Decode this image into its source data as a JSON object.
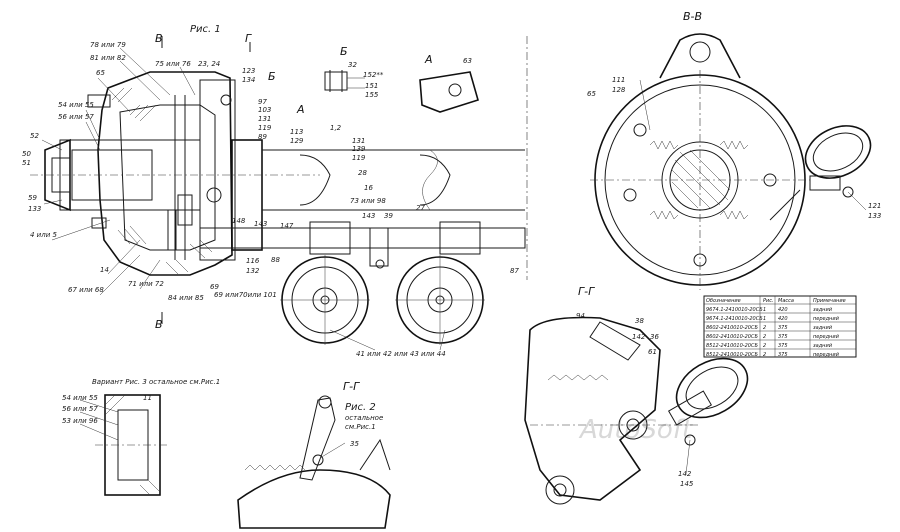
{
  "figures": {
    "fig1": "Рис. 1",
    "fig2": "Рис. 2",
    "fig2_note_1": "остальное",
    "fig2_note_2": "см.Рис.1",
    "variant": "Вариант Рис. 3 остальное см.Рис.1"
  },
  "sections": {
    "bb": "В-В",
    "gg_right": "Г-Г",
    "gg_bottom": "Г-Г",
    "v_top": "В",
    "v_bottom": "В",
    "g_top": "Г",
    "b": "Б",
    "b_detail": "Б",
    "a_arrow": "А",
    "a_detail": "А"
  },
  "labels": {
    "l78": "78 или 79",
    "l81": "81 или 82",
    "l75": "75 или 76",
    "l23": "23, 24",
    "l65": "65",
    "l123": "123",
    "l134": "134",
    "l54": "54 или 55",
    "l56": "56 или 57",
    "l52": "52",
    "l50": "50",
    "l51": "51",
    "l59": "59",
    "l133": "133",
    "l4": "4 или 5",
    "l14": "14",
    "l67": "67 или 68",
    "l71": "71 или 72",
    "l84": "84 или 85",
    "l69": "69",
    "l69b": "69 или70или 101",
    "l116": "116",
    "l132": "132",
    "l88": "88",
    "l148": "148",
    "l143": "143",
    "l147": "147",
    "l97": "97",
    "l103": "103",
    "l131": "131",
    "l119": "119",
    "l89": "89",
    "l113": "113",
    "l129": "129",
    "l12": "1,2",
    "l131b": "131",
    "l139": "139",
    "l119b": "119",
    "l28": "28",
    "l16": "16",
    "l73": "73 или 98",
    "l143b": "143",
    "l39": "39",
    "l27": "27",
    "l87": "87",
    "l4144": "41 или 42 или 43 или 44",
    "l32": "32",
    "l152": "152**",
    "l151": "151",
    "l155": "155",
    "l63": "63",
    "l111": "111",
    "l128": "128",
    "l65b": "65",
    "l121": "121",
    "l133b": "133",
    "l94": "94",
    "l38": "38",
    "l36": "36",
    "l142": "142",
    "l61": "61",
    "l142b": "142",
    "l145": "145",
    "l54b": "54 или 55",
    "l56b": "56 или 57",
    "l53": "53 или 96",
    "l11": "11",
    "l35": "35"
  },
  "table": {
    "headers": [
      "Обозначение",
      "Рис.",
      "Масса",
      "Примечание"
    ],
    "rows": [
      [
        "9674.1-2410010-20СБ",
        "1",
        "420",
        "задний"
      ],
      [
        "9674.1-2410010-20СБ",
        "1",
        "420",
        "передний"
      ],
      [
        "8602-2410010-20СБ",
        "2",
        "375",
        "задний"
      ],
      [
        "8602-2410010-20СБ",
        "2",
        "375",
        "передний"
      ],
      [
        "8512-2410010-20СБ",
        "2",
        "375",
        "задний"
      ],
      [
        "8512-2410010-20СБ",
        "2",
        "375",
        "передний"
      ]
    ]
  },
  "watermark": "AutoSoft"
}
